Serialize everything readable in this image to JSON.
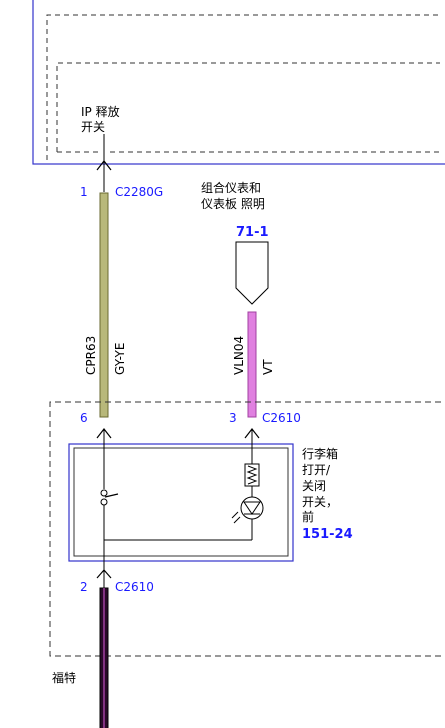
{
  "colors": {
    "module_border": "#3333cc",
    "blue_text": "#1a1aff",
    "wire_gy_ye": "#b8b87a",
    "wire_vt": "#e080e0",
    "wire_dark": "#2a0a2a",
    "dash": "#333333"
  },
  "top_module": {
    "switch_label_1": "IP 释放",
    "switch_label_2": "开关"
  },
  "connector_top": {
    "pin": "1",
    "id": "C2280G"
  },
  "cluster": {
    "label_1": "组合仪表和",
    "label_2": "仪表板 照明",
    "ref": "71-1"
  },
  "wire_left": {
    "circuit": "CPR63",
    "color_code": "GY-YE"
  },
  "wire_right": {
    "circuit": "VLN04",
    "color_code": "VT"
  },
  "connector_mid": {
    "pin_left": "6",
    "pin_right": "3",
    "id": "C2610"
  },
  "switch_component": {
    "label_1": "行李箱",
    "label_2": "打开/",
    "label_3": "关闭",
    "label_4": "开关，",
    "label_5": "前",
    "ref": "151-24"
  },
  "connector_bottom": {
    "pin": "2",
    "id": "C2610"
  },
  "area_label": "福特"
}
